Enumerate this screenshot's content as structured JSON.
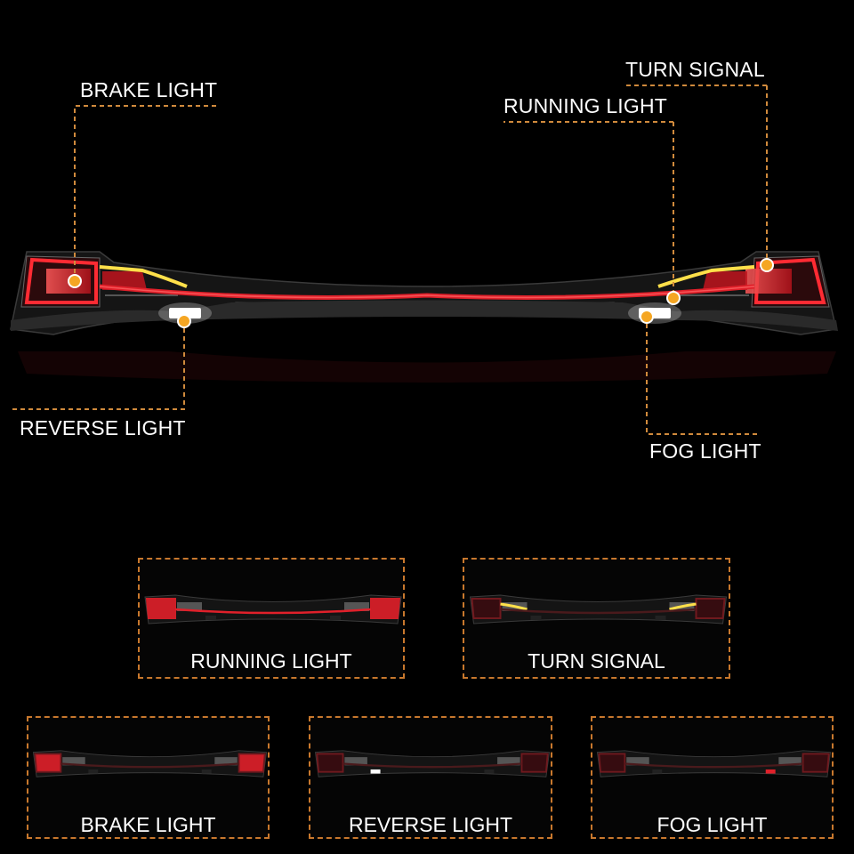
{
  "main_callouts": {
    "brake": "BRAKE LIGHT",
    "turn": "TURN SIGNAL",
    "running": "RUNNING LIGHT",
    "reverse": "REVERSE LIGHT",
    "fog": "FOG LIGHT"
  },
  "panels": [
    {
      "label": "RUNNING LIGHT",
      "mode": "running"
    },
    {
      "label": "TURN SIGNAL",
      "mode": "turn"
    },
    {
      "label": "BRAKE LIGHT",
      "mode": "brake"
    },
    {
      "label": "REVERSE LIGHT",
      "mode": "reverse"
    },
    {
      "label": "FOG LIGHT",
      "mode": "fog"
    }
  ],
  "colors": {
    "background": "#000000",
    "callout_line": "#d08a3c",
    "callout_dot": "#f5a623",
    "light_red": "#e0202a",
    "turn_amber": "#ffe04a",
    "reverse_white": "#ffffff"
  }
}
